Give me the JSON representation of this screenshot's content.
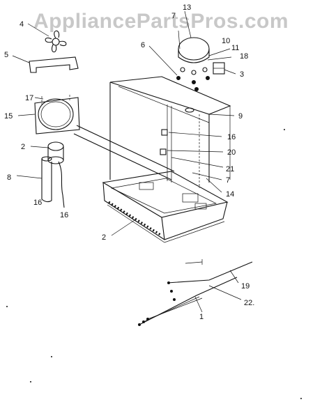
{
  "watermark": "AppliancePartsPros.com",
  "callouts": [
    {
      "id": "c4",
      "text": "4"
    },
    {
      "id": "c7a",
      "text": "7"
    },
    {
      "id": "c13",
      "text": "13"
    },
    {
      "id": "c6",
      "text": "6"
    },
    {
      "id": "c10",
      "text": "10"
    },
    {
      "id": "c11",
      "text": "11"
    },
    {
      "id": "c18",
      "text": "18"
    },
    {
      "id": "c5",
      "text": "5"
    },
    {
      "id": "c3",
      "text": "3"
    },
    {
      "id": "c17",
      "text": "17"
    },
    {
      "id": "c15",
      "text": "15"
    },
    {
      "id": "c9",
      "text": "9"
    },
    {
      "id": "c16a",
      "text": "16"
    },
    {
      "id": "c2a",
      "text": "2"
    },
    {
      "id": "c20",
      "text": "20"
    },
    {
      "id": "c8",
      "text": "8"
    },
    {
      "id": "c21",
      "text": "21"
    },
    {
      "id": "c7b",
      "text": "7"
    },
    {
      "id": "c16b",
      "text": "16"
    },
    {
      "id": "c14",
      "text": "14"
    },
    {
      "id": "c16c",
      "text": "16"
    },
    {
      "id": "c2b",
      "text": "2"
    },
    {
      "id": "c19",
      "text": "19"
    },
    {
      "id": "c22",
      "text": "22."
    },
    {
      "id": "c1",
      "text": "1"
    }
  ]
}
